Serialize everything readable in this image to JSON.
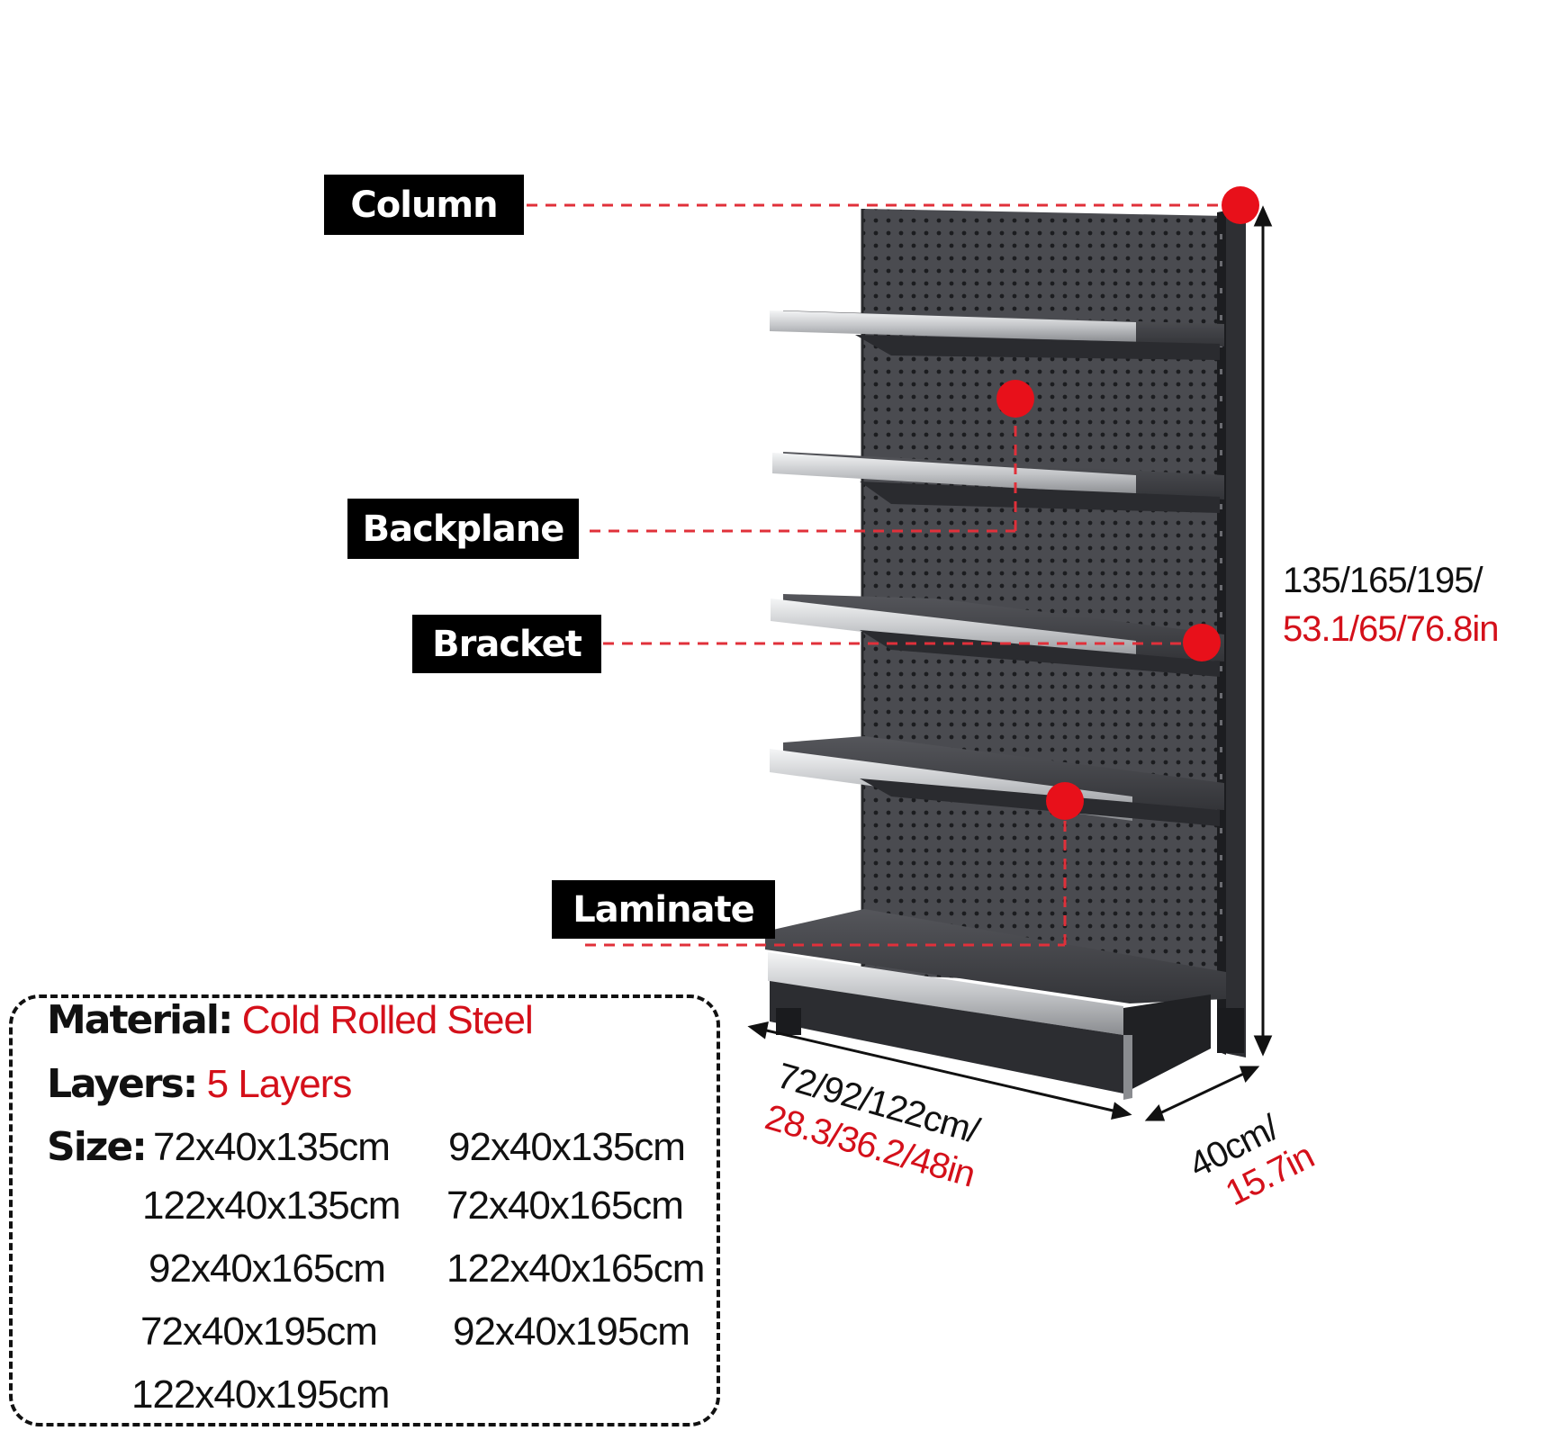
{
  "callouts": {
    "column": "Column",
    "backplane": "Backplane",
    "bracket": "Bracket",
    "laminate": "Laminate"
  },
  "dimensions": {
    "height_cm": "135/165/195/",
    "height_in": "53.1/65/76.8in",
    "width_cm": "72/92/122cm/",
    "width_in": "28.3/36.2/48in",
    "depth_cm": "40cm/",
    "depth_in": "15.7in"
  },
  "specs": {
    "material_label": "Material:",
    "material_value": "Cold Rolled Steel",
    "layers_label": "Layers:",
    "layers_value": "5 Layers",
    "size_label": "Size:",
    "sizes": [
      "72x40x135cm",
      "92x40x135cm",
      "122x40x135cm",
      "72x40x165cm",
      "92x40x165cm",
      "122x40x165cm",
      "72x40x195cm",
      "92x40x195cm",
      "122x40x195cm"
    ]
  },
  "colors": {
    "accent_red": "#e8101a",
    "label_bg": "#000000",
    "shelf_dark": "#3a3b3f",
    "shelf_lip": "#c9cbce"
  }
}
